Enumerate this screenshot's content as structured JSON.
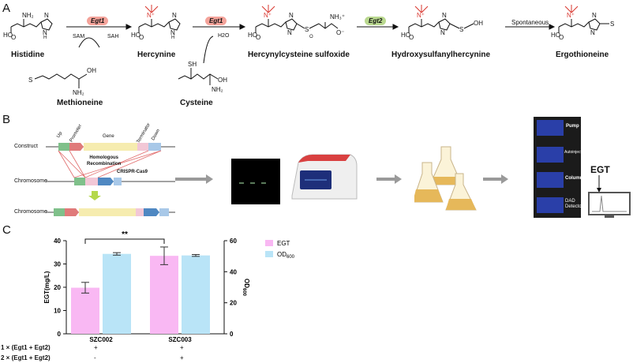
{
  "panels": {
    "a": "A",
    "b": "B",
    "c": "C"
  },
  "pathway": {
    "compounds": [
      "Histidine",
      "Hercynine",
      "Hercynylcysteine sulfoxide",
      "Hydroxysulfanylhercynine",
      "Ergothioneine",
      "Methioneine",
      "Cysteine"
    ],
    "enzymes": [
      "Egt1",
      "Egt1",
      "Egt2"
    ],
    "spontaneous": "Spontaneous",
    "cofactors": {
      "sam": "SAM",
      "sah": "SAH",
      "h2o": "H2O"
    }
  },
  "panel_b": {
    "rows": [
      "Construct",
      "Chromosome",
      "Chromosome"
    ],
    "construct_parts": [
      "Up",
      "Promoter",
      "Gene",
      "Terminator",
      "Down"
    ],
    "homologous": "Homologous\nRecombination",
    "crispr": "CRISPR-Cas9",
    "hplc_modules": [
      "Pump",
      "Autoinjector",
      "Column",
      "DAD Detector"
    ],
    "egt": "EGT",
    "colors": {
      "up": "#7fc08a",
      "promoter": "#e07a7a",
      "gene": "#f6ecaf",
      "terminator": "#f2c7d6",
      "down": "#a8c8e8",
      "cas9": "#4f88c2"
    }
  },
  "chart_data": {
    "type": "bar",
    "categories": [
      "SZC002",
      "SZC003"
    ],
    "series": [
      {
        "name": "EGT",
        "axis": "left",
        "values": [
          19.8,
          33.5
        ],
        "errors": [
          2.3,
          3.8
        ],
        "color": "#f9b8f3"
      },
      {
        "name": "OD600",
        "axis": "right",
        "values": [
          51.5,
          50.5
        ],
        "errors": [
          0.8,
          0.6
        ],
        "color": "#b9e4f7"
      }
    ],
    "ylabel_left": "EGT(mg/L)",
    "ylabel_right": "OD600",
    "ylim_left": [
      0,
      40
    ],
    "ylim_right": [
      0,
      60
    ],
    "yticks_left": [
      0,
      10,
      20,
      30,
      40
    ],
    "yticks_right": [
      0,
      20,
      40,
      60
    ],
    "significance": "**",
    "legend": [
      "EGT",
      "OD600"
    ],
    "legend_placement": "top-right",
    "conditions": [
      {
        "label": "1 × (Egt1 + Egt2)",
        "marks": [
          "+",
          "+"
        ]
      },
      {
        "label": "2 × (Egt1 + Egt2)",
        "marks": [
          "-",
          "+"
        ]
      }
    ]
  }
}
